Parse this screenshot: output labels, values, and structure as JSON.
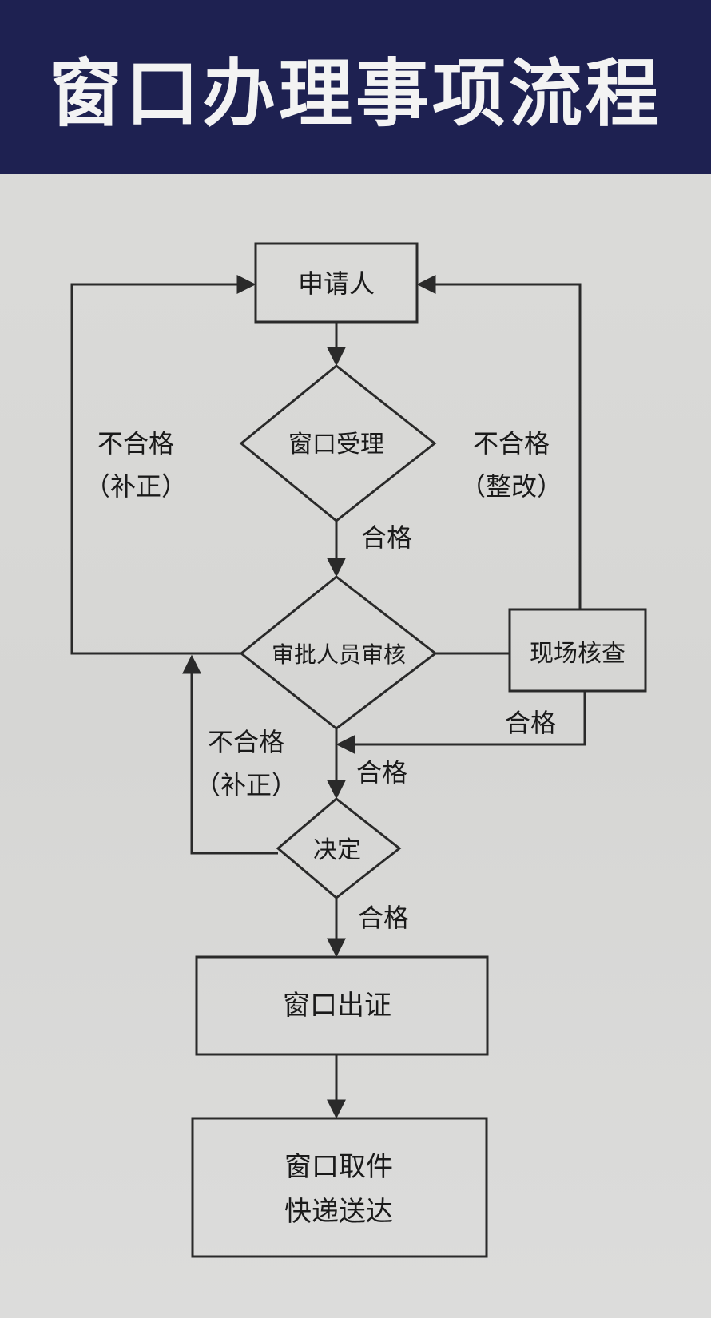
{
  "banner": {
    "title": "窗口办理事项流程",
    "background_color": "#1e2151",
    "title_color": "#f3f3f3"
  },
  "nodes": {
    "applicant": "申请人",
    "window_acceptance": "窗口受理",
    "approver_review": "审批人员审核",
    "site_inspection": "现场核查",
    "decision": "决定",
    "window_certificate": "窗口出证",
    "pickup_line1": "窗口取件",
    "pickup_line2": "快递送达"
  },
  "edge_labels": {
    "left_loop_line1": "不合格",
    "left_loop_line2": "（补正）",
    "right_loop_line1": "不合格",
    "right_loop_line2": "（整改）",
    "accept_pass": "合格",
    "inspection_pass": "合格",
    "review_pass": "合格",
    "decision_fail_line1": "不合格",
    "decision_fail_line2": "（补正）",
    "decision_pass": "合格"
  },
  "colors": {
    "stroke": "#2a2a2a",
    "text": "#1a1a1a"
  }
}
